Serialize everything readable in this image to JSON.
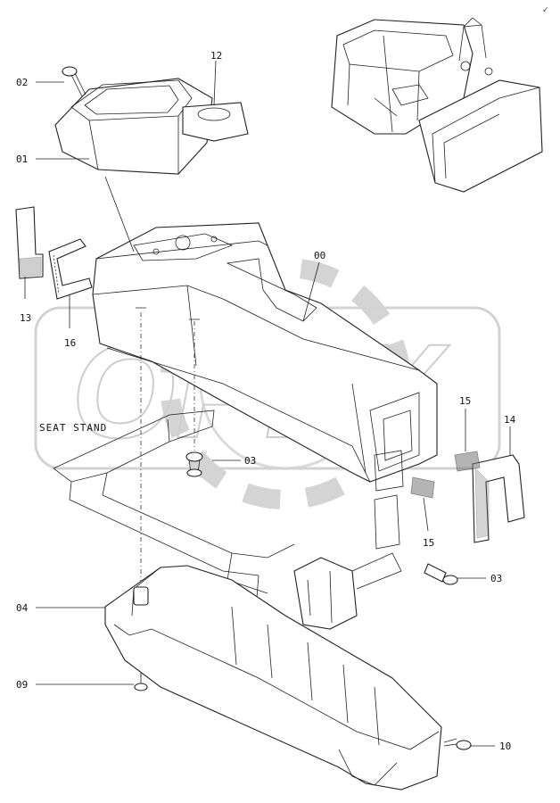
{
  "corner_mark": "✓",
  "watermark": "OPEX",
  "seat_stand_label": "SEAT STAND",
  "callouts": {
    "c00": "00",
    "c01": "01",
    "c02": "02",
    "c03a": "03",
    "c03b": "03",
    "c04": "04",
    "c09": "09",
    "c10": "10",
    "c12": "12",
    "c13": "13",
    "c14": "14",
    "c15a": "15",
    "c15b": "15",
    "c16": "16"
  }
}
